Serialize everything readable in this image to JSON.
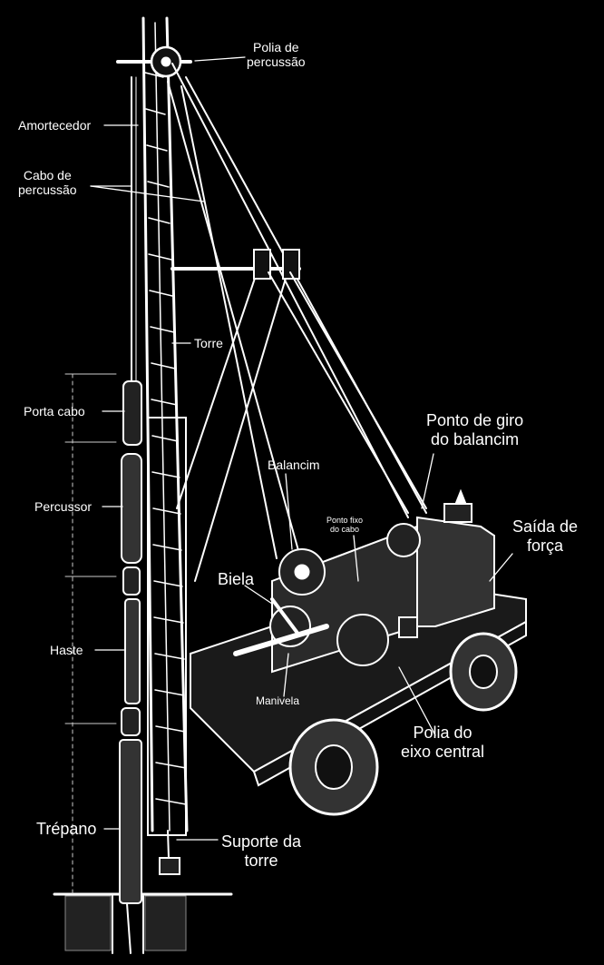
{
  "labels": {
    "polia_percussao": [
      "Polia de",
      "percussão"
    ],
    "amortecedor": "Amortecedor",
    "cabo_percussao": [
      "Cabo de",
      "percussão"
    ],
    "torre": "Torre",
    "porta_cabo": "Porta cabo",
    "percussor": "Percussor",
    "haste": "Haste",
    "trepano": "Trépano",
    "ponto_giro": [
      "Ponto de giro",
      "do balancim"
    ],
    "balancim": "Balancim",
    "ponto_fixo": [
      "Ponto fixo",
      "do cabo"
    ],
    "saida_forca": [
      "Saída de",
      "força"
    ],
    "biela": "Biela",
    "manivela": "Manivela",
    "polia_eixo": [
      "Polia do",
      "eixo central"
    ],
    "suporte_torre": [
      "Suporte da",
      "torre"
    ]
  },
  "colors": {
    "background": "#000000",
    "drawing": "#ffffff"
  }
}
